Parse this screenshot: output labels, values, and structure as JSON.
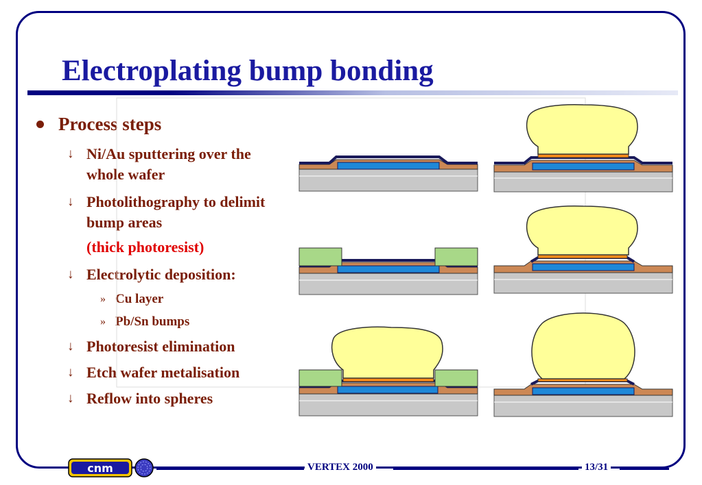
{
  "slide": {
    "title": "Electroplating bump bonding",
    "main_bullet": "Process steps",
    "steps": [
      {
        "line1": "Ni/Au sputtering over the",
        "line2": "whole wafer"
      },
      {
        "line1": "Photolithography to delimit",
        "line2": "bump areas"
      }
    ],
    "note": "(thick photoresist)",
    "deposition": "Electrolytic deposition:",
    "sub_steps": [
      "Cu layer",
      "Pb/Sn bumps"
    ],
    "more_steps": [
      "Photoresist elimination",
      "Etch wafer metalisation",
      "Reflow into spheres"
    ]
  },
  "footer": {
    "conference": "VERTEX 2000",
    "page": "13/31",
    "logo_text": "cnm"
  },
  "colors": {
    "frame": "#000080",
    "title": "#1a1aa0",
    "text": "#7a1e08",
    "highlight": "#e00000",
    "substrate": "#c8c8c8",
    "pad": "#cc8855",
    "metal": "#1a1a5a",
    "blue_pad": "#1e88d8",
    "photoresist": "#a8d888",
    "solder": "#ffff99",
    "copper": "#ff8c1a"
  }
}
